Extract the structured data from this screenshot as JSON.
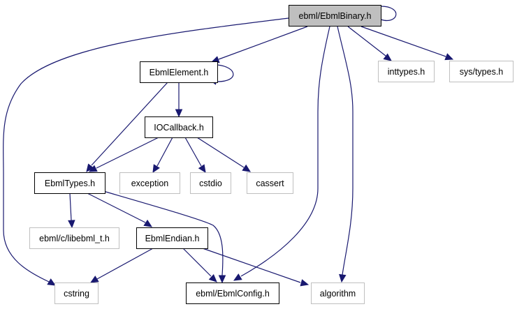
{
  "title": "Include dependency graph for ebml/EbmlBinary.h",
  "colors": {
    "edge": "#191970",
    "focus_fill": "#bfbfbf",
    "focus_stroke": "#000000",
    "documented_stroke": "#000000",
    "external_stroke": "#bfbfbf"
  },
  "nodes": [
    {
      "id": "ebmlbinary",
      "label": "ebml/EbmlBinary.h",
      "kind": "focus"
    },
    {
      "id": "ebmlelement",
      "label": "EbmlElement.h",
      "kind": "documented"
    },
    {
      "id": "inttypes",
      "label": "inttypes.h",
      "kind": "external"
    },
    {
      "id": "systypes",
      "label": "sys/types.h",
      "kind": "external"
    },
    {
      "id": "iocallback",
      "label": "IOCallback.h",
      "kind": "documented"
    },
    {
      "id": "ebmltypes",
      "label": "EbmlTypes.h",
      "kind": "documented"
    },
    {
      "id": "exception",
      "label": "exception",
      "kind": "external"
    },
    {
      "id": "cstdio",
      "label": "cstdio",
      "kind": "external"
    },
    {
      "id": "cassert",
      "label": "cassert",
      "kind": "external"
    },
    {
      "id": "libebml_t",
      "label": "ebml/c/libebml_t.h",
      "kind": "external"
    },
    {
      "id": "ebmlendian",
      "label": "EbmlEndian.h",
      "kind": "documented"
    },
    {
      "id": "cstring",
      "label": "cstring",
      "kind": "external"
    },
    {
      "id": "ebmlconfig",
      "label": "ebml/EbmlConfig.h",
      "kind": "documented"
    },
    {
      "id": "algorithm",
      "label": "algorithm",
      "kind": "external"
    }
  ],
  "edges": [
    {
      "from": "ebmlbinary",
      "to": "ebmlbinary"
    },
    {
      "from": "ebmlbinary",
      "to": "ebmlelement"
    },
    {
      "from": "ebmlbinary",
      "to": "inttypes"
    },
    {
      "from": "ebmlbinary",
      "to": "systypes"
    },
    {
      "from": "ebmlbinary",
      "to": "cstring"
    },
    {
      "from": "ebmlbinary",
      "to": "ebmlconfig"
    },
    {
      "from": "ebmlbinary",
      "to": "algorithm"
    },
    {
      "from": "ebmlelement",
      "to": "ebmlelement"
    },
    {
      "from": "ebmlelement",
      "to": "iocallback"
    },
    {
      "from": "ebmlelement",
      "to": "ebmltypes"
    },
    {
      "from": "iocallback",
      "to": "ebmltypes"
    },
    {
      "from": "iocallback",
      "to": "exception"
    },
    {
      "from": "iocallback",
      "to": "cstdio"
    },
    {
      "from": "iocallback",
      "to": "cassert"
    },
    {
      "from": "ebmltypes",
      "to": "libebml_t"
    },
    {
      "from": "ebmltypes",
      "to": "ebmlendian"
    },
    {
      "from": "ebmltypes",
      "to": "ebmlconfig"
    },
    {
      "from": "ebmlendian",
      "to": "cstring"
    },
    {
      "from": "ebmlendian",
      "to": "ebmlconfig"
    },
    {
      "from": "ebmlendian",
      "to": "algorithm"
    }
  ]
}
